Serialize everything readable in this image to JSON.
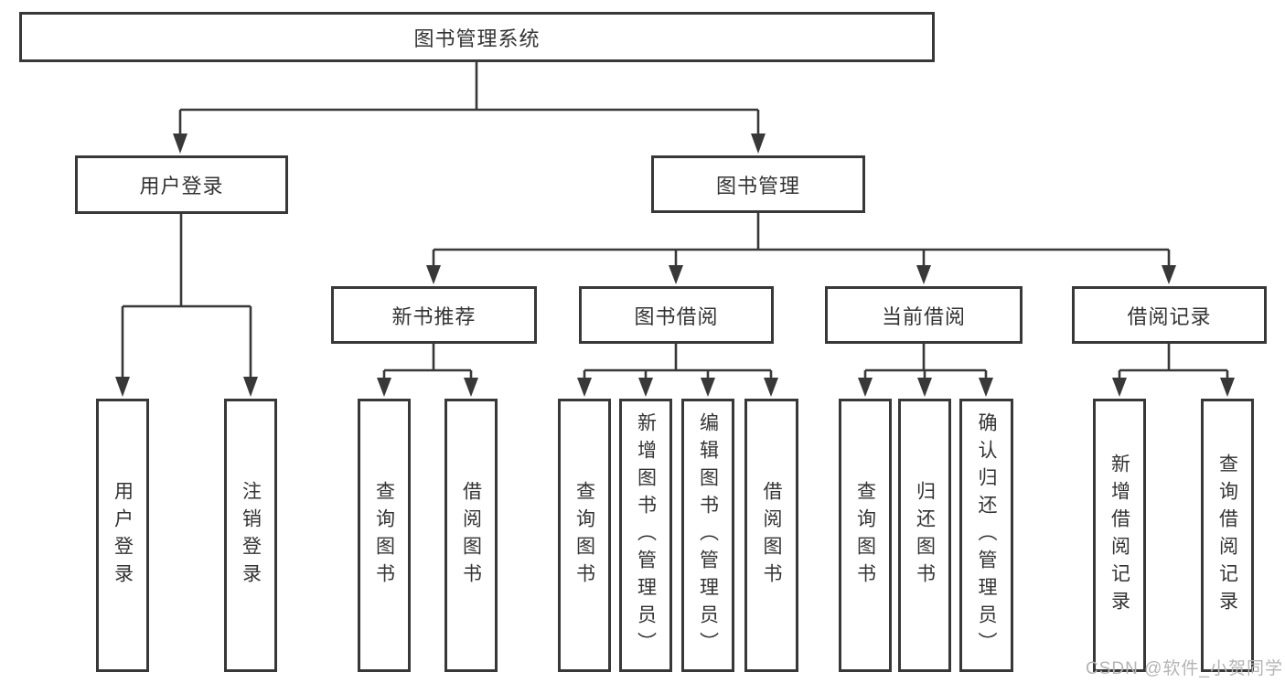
{
  "tree": {
    "label": "图书管理系统",
    "children": [
      {
        "label": "用户登录",
        "children": [
          {
            "label": "用户登录"
          },
          {
            "label": "注销登录"
          }
        ]
      },
      {
        "label": "图书管理",
        "children": [
          {
            "label": "新书推荐",
            "children": [
              {
                "label": "查询图书"
              },
              {
                "label": "借阅图书"
              }
            ]
          },
          {
            "label": "图书借阅",
            "children": [
              {
                "label": "查询图书"
              },
              {
                "label": "新增图书（管理员）"
              },
              {
                "label": "编辑图书（管理员）"
              },
              {
                "label": "借阅图书"
              }
            ]
          },
          {
            "label": "当前借阅",
            "children": [
              {
                "label": "查询图书"
              },
              {
                "label": "归还图书"
              },
              {
                "label": "确认归还（管理员）"
              }
            ]
          },
          {
            "label": "借阅记录",
            "children": [
              {
                "label": "新增借阅记录"
              },
              {
                "label": "查询借阅记录"
              }
            ]
          }
        ]
      }
    ]
  },
  "watermark": "CSDN @软件_小贺同学",
  "colors": {
    "line": "#383838",
    "text": "#333333",
    "watermark": "#b4b4b4",
    "background": "#ffffff"
  }
}
